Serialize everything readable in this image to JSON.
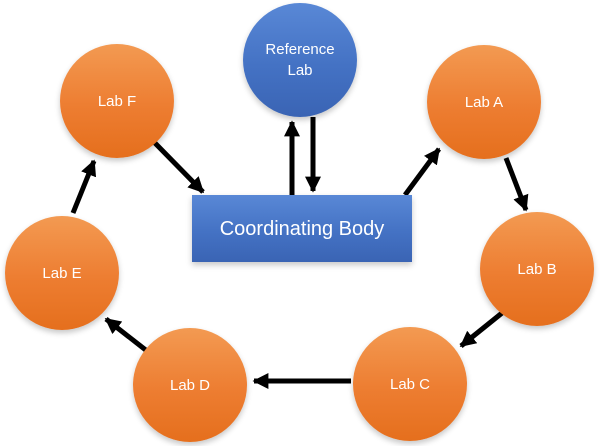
{
  "diagram": {
    "nodes": {
      "reference_lab": {
        "label": "Reference Lab",
        "shape": "circle",
        "fill": "#4472C4"
      },
      "coordinating_body": {
        "label": "Coordinating Body",
        "shape": "rectangle",
        "fill": "#4472C4"
      },
      "lab_a": {
        "label": "Lab A",
        "shape": "circle",
        "fill": "#ED7D31"
      },
      "lab_b": {
        "label": "Lab B",
        "shape": "circle",
        "fill": "#ED7D31"
      },
      "lab_c": {
        "label": "Lab C",
        "shape": "circle",
        "fill": "#ED7D31"
      },
      "lab_d": {
        "label": "Lab D",
        "shape": "circle",
        "fill": "#ED7D31"
      },
      "lab_e": {
        "label": "Lab E",
        "shape": "circle",
        "fill": "#ED7D31"
      },
      "lab_f": {
        "label": "Lab F",
        "shape": "circle",
        "fill": "#ED7D31"
      }
    },
    "edges": [
      {
        "from": "reference_lab",
        "to": "coordinating_body"
      },
      {
        "from": "coordinating_body",
        "to": "reference_lab"
      },
      {
        "from": "lab_f",
        "to": "coordinating_body"
      },
      {
        "from": "coordinating_body",
        "to": "lab_a"
      },
      {
        "from": "lab_a",
        "to": "lab_b"
      },
      {
        "from": "lab_b",
        "to": "lab_c"
      },
      {
        "from": "lab_c",
        "to": "lab_d"
      },
      {
        "from": "lab_d",
        "to": "lab_e"
      },
      {
        "from": "lab_e",
        "to": "lab_f"
      }
    ],
    "colors": {
      "node_blue": "#4472C4",
      "node_orange": "#ED7D31",
      "arrow": "#000000",
      "text": "#FFFFFF"
    }
  }
}
